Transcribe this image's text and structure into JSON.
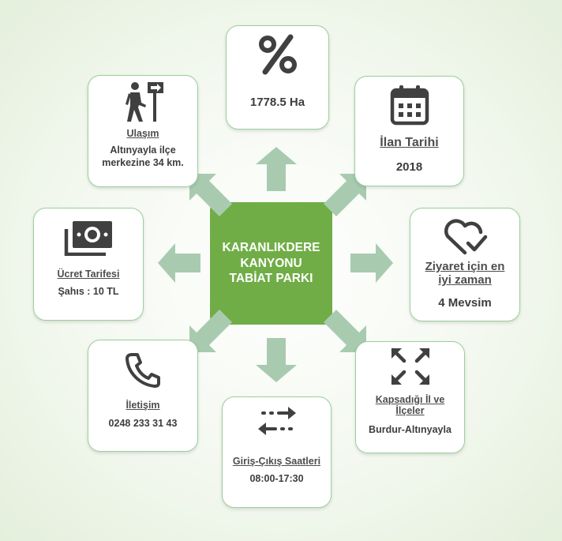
{
  "center": {
    "line1": "KARANLIKDERE",
    "line2": "KANYONU",
    "line3": "TABİAT PARKI",
    "color": "#70ad47"
  },
  "colors": {
    "arrow": "#a8cbb0",
    "card_border": "#9ccf9c",
    "icon": "#404040"
  },
  "cards": {
    "area": {
      "icon": "percent-icon",
      "value": "1778.5 Ha"
    },
    "date": {
      "icon": "calendar-icon",
      "label": "İlan Tarihi",
      "value": "2018"
    },
    "visit": {
      "icon": "heart-check-icon",
      "label_line1": "Ziyaret için en",
      "label_line2": "iyi zaman",
      "value": "4 Mevsim"
    },
    "coverage": {
      "icon": "expand-icon",
      "label_line1": "Kapsadığı İl ve",
      "label_line2": "İlçeler",
      "value": "Burdur-Altınyayla"
    },
    "hours": {
      "icon": "exchange-arrows-icon",
      "label": "Giriş-Çıkış Saatleri",
      "value": "08:00-17:30"
    },
    "contact": {
      "icon": "phone-icon",
      "label": "İletişim",
      "value": "0248 233 31 43"
    },
    "fee": {
      "icon": "money-icon",
      "label": "Ücret Tarifesi",
      "value": "Şahıs : 10 TL"
    },
    "transport": {
      "icon": "hiker-sign-icon",
      "label": "Ulaşım",
      "value_line1": "Altınyayla ilçe",
      "value_line2": "merkezine 34 km."
    }
  }
}
